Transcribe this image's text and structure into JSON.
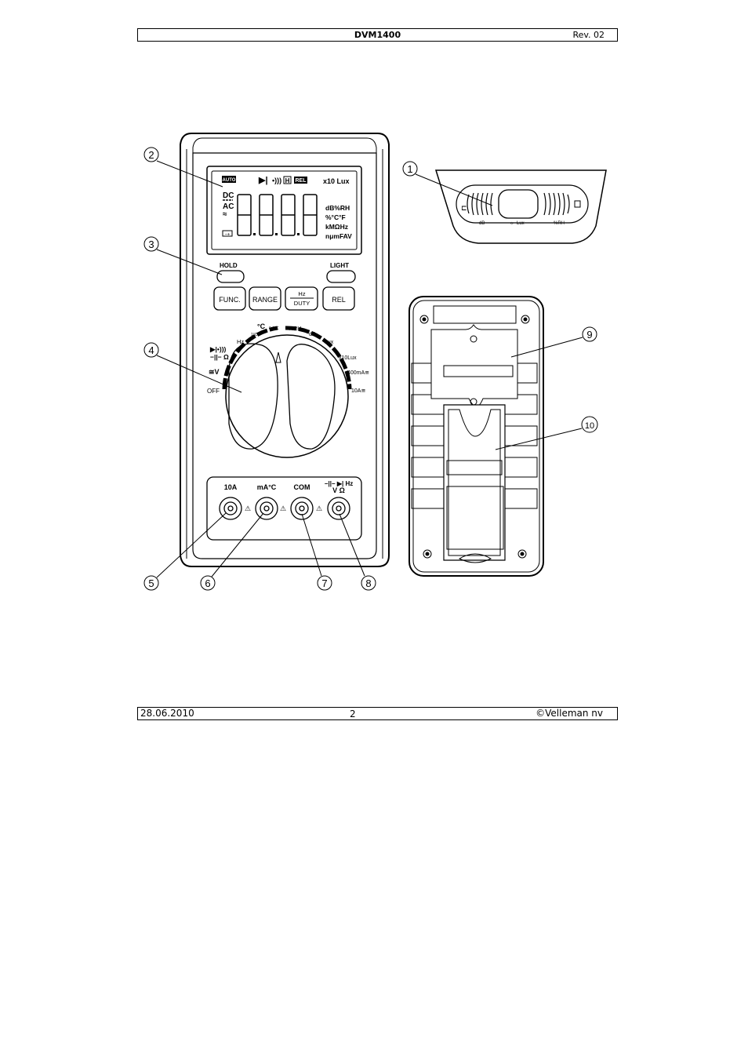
{
  "header": {
    "title": "DVM1400",
    "revision": "Rev. 02"
  },
  "footer": {
    "date": "28.06.2010",
    "page": "2",
    "copyright": "©Velleman nv"
  },
  "callouts": [
    "1",
    "2",
    "3",
    "4",
    "5",
    "6",
    "7",
    "8",
    "9",
    "10"
  ],
  "lcd": {
    "auto": "AUTO",
    "hold_icon": "H",
    "rel": "REL",
    "x10lux": "x10 Lux",
    "dc": "DC",
    "ac": "AC",
    "units": [
      "dB%RH",
      "%°C°F",
      "kMΩHz",
      "nμmFAV"
    ]
  },
  "buttons": {
    "hold": "HOLD",
    "light": "LIGHT",
    "func": "FUNC.",
    "range": "RANGE",
    "hz": "Hz",
    "duty": "DUTY",
    "rel": "REL"
  },
  "dial": {
    "off": "OFF",
    "v": "≅V",
    "diode": "▶|•)))",
    "cap_ohm": "−||− Ω",
    "hz": "Hz",
    "c1": "1°C",
    "c": "°C",
    "c01": "0.1°C",
    "rh": "%RH",
    "db": "dB",
    "lux": "Lux",
    "x10lux": "x10Lux",
    "ma400": "400mA≅",
    "a10": "10A≅"
  },
  "terminals": {
    "a10": "10A",
    "ma": "mA°C",
    "com": "COM",
    "vhz_top": "−||− ▶| Hz",
    "vhz_bottom": "V  Ω"
  },
  "sensor": {
    "db": "dB",
    "lux": "Lux",
    "rh": "%RH"
  }
}
